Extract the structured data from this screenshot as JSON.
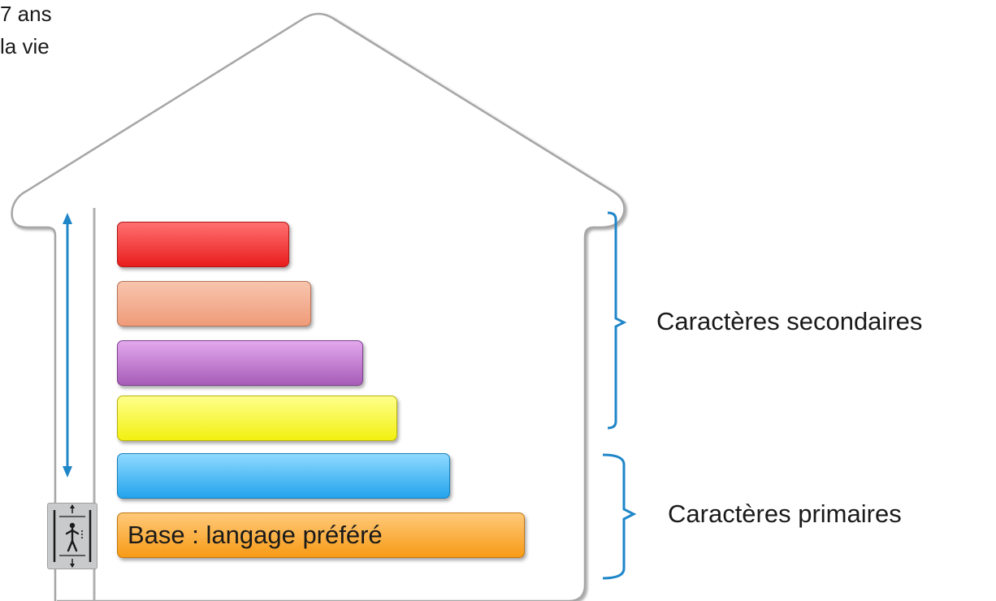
{
  "corner_text": {
    "line1": "7 ans",
    "line2": "la vie"
  },
  "bars": [
    {
      "id": "red",
      "color": "#e91d1d",
      "label": ""
    },
    {
      "id": "salmon",
      "color": "#ef9b79",
      "label": ""
    },
    {
      "id": "purple",
      "color": "#a65cb8",
      "label": ""
    },
    {
      "id": "yellow",
      "color": "#f2f010",
      "label": ""
    },
    {
      "id": "blue",
      "color": "#23a4ec",
      "label": ""
    },
    {
      "id": "orange",
      "color": "#f79b16",
      "label": "Base : langage préféré"
    }
  ],
  "labels": {
    "secondary": "Caractères secondaires",
    "primary": "Caractères primaires"
  },
  "icons": {
    "elevator": "elevator-icon",
    "double_arrow": "double-arrow-icon"
  },
  "colors": {
    "bracket": "#1f86c8",
    "arrow": "#1f86c8",
    "house_outline": "#a6a6a6"
  }
}
